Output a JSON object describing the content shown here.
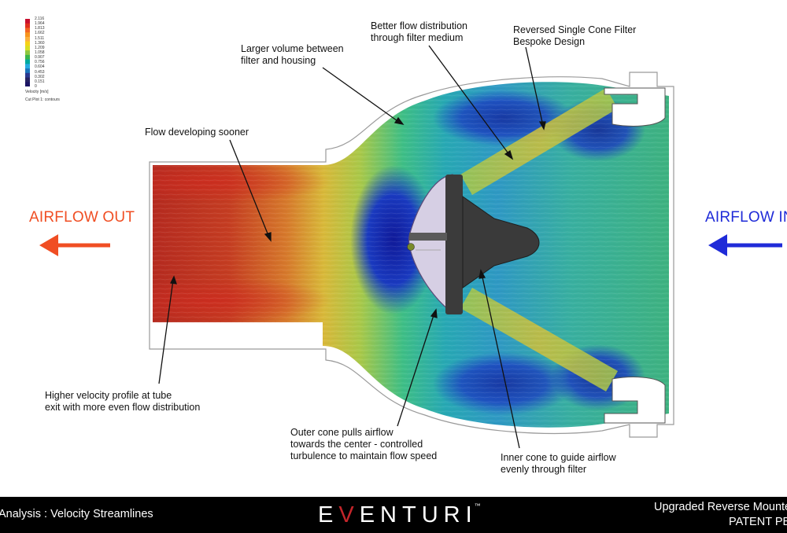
{
  "legend": {
    "values": [
      "2.116",
      "1.964",
      "1.813",
      "1.662",
      "1.511",
      "1.360",
      "1.209",
      "1.058",
      "0.907",
      "0.756",
      "0.604",
      "0.453",
      "0.302",
      "0.151",
      "0"
    ],
    "unit_label": "Velocity [m/s]",
    "plot_label": "Cut Plot 1: contours",
    "colors": [
      "#c8102e",
      "#e0301e",
      "#f26522",
      "#f7941d",
      "#fbb03b",
      "#f6d217",
      "#d7df23",
      "#8dc63f",
      "#39b54a",
      "#00a99d",
      "#27aae1",
      "#1c75bc",
      "#2b3990",
      "#262262",
      "#1b1464"
    ]
  },
  "labels": {
    "airflow_out": "AIRFLOW OUT",
    "airflow_in": "AIRFLOW IN",
    "larger_volume": [
      "Larger volume between",
      "filter and housing"
    ],
    "better_flow": [
      "Better flow distribution",
      "through filter medium"
    ],
    "reversed_cone": [
      "Reversed Single Cone Filter",
      "Bespoke Design"
    ],
    "flow_developing": [
      "Flow developing sooner"
    ],
    "higher_velocity": [
      "Higher velocity profile at tube",
      "exit with more even flow distribution"
    ],
    "outer_cone": [
      "Outer cone pulls airflow",
      "towards the center - controlled",
      "turbulence to maintain flow speed"
    ],
    "inner_cone": [
      "Inner cone to guide airflow",
      "evenly through filter"
    ]
  },
  "footer": {
    "left_text": "Analysis : Velocity Streamlines",
    "brand_pre": "E",
    "brand_v": "V",
    "brand_post": "ENTURI",
    "brand_tm": "™",
    "right_line1": "Upgraded Reverse Mounte",
    "right_line2": "PATENT PE"
  },
  "colors": {
    "airflow_out": "#f04e23",
    "airflow_in": "#1f2bd8",
    "footer_bg": "#000000",
    "brand_accent": "#c4252a"
  }
}
